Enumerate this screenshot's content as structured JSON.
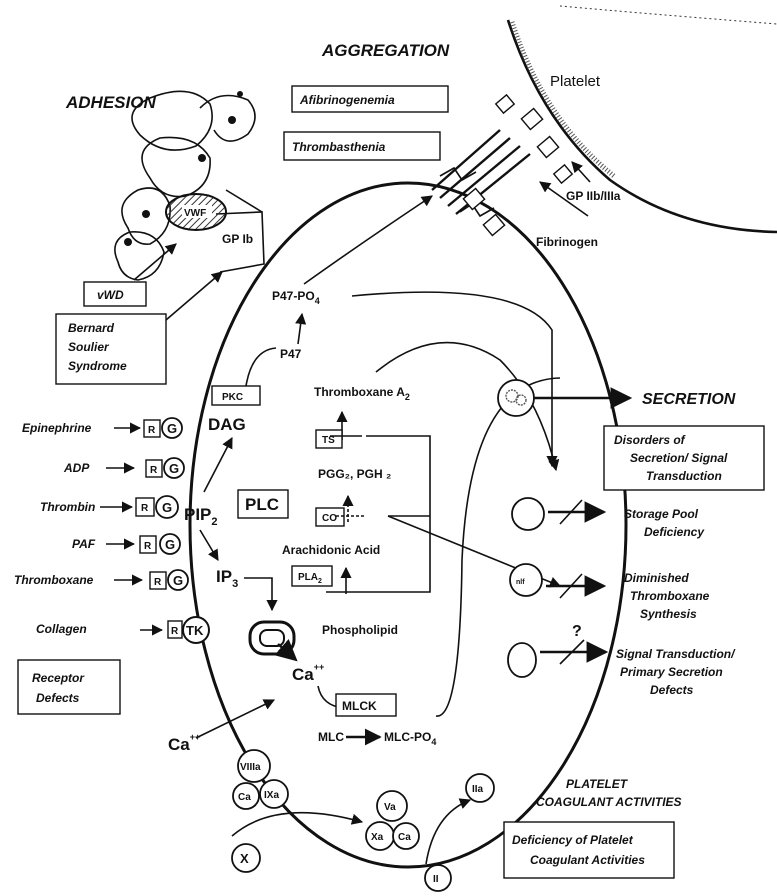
{
  "headings": {
    "aggregation": "AGGREGATION",
    "adhesion": "ADHESION",
    "secretion": "SECRETION",
    "coagulant_line1": "PLATELET",
    "coagulant_line2": "COAGULANT ACTIVITIES"
  },
  "defect_boxes": {
    "afibrinogenemia": "Afibrinogenemia",
    "thrombasthenia": "Thrombasthenia",
    "vwd": "vWD",
    "bernard_soulier": [
      "Bernard",
      "Soulier",
      "Syndrome"
    ],
    "receptor_defects": [
      "Receptor",
      "Defects"
    ],
    "secretion_disorders": [
      "Disorders of",
      "Secretion/ Signal",
      "Transduction"
    ],
    "coagulant_deficiency": [
      "Deficiency of Platelet",
      "Coagulant Activities"
    ]
  },
  "secretion_defects": {
    "storage_pool": [
      "Storage Pool",
      "Deficiency"
    ],
    "thromboxane_synthesis": [
      "Diminished",
      "Thromboxane",
      "Synthesis"
    ],
    "signal_transduction": [
      "Signal Transduction/",
      "Primary Secretion",
      "Defects"
    ],
    "question_mark": "?"
  },
  "structure_labels": {
    "platelet": "Platelet",
    "gp_iib_iiia": "GP IIb/IIIa",
    "fibrinogen": "Fibrinogen",
    "gp_ib": "GP Ib",
    "vwf": "VWF"
  },
  "agonists": {
    "epinephrine": "Epinephrine",
    "adp": "ADP",
    "thrombin": "Thrombin",
    "paf": "PAF",
    "thromboxane": "Thromboxane",
    "collagen": "Collagen"
  },
  "receptor_symbols": {
    "r": "R",
    "g": "G",
    "tk": "TK"
  },
  "pathway": {
    "p47_po4_main": "P47-PO",
    "p47_po4_sub": "4",
    "p47": "P47",
    "pkc": "PKC",
    "dag": "DAG",
    "pip2_main": "PIP",
    "pip2_sub": "2",
    "plc": "PLC",
    "ip3_main": "IP",
    "ip3_sub": "3",
    "ca_inner": "Ca",
    "ca_outer": "Ca",
    "ca_charge": "++",
    "mlck": "MLCK",
    "mlc": "MLC",
    "mlc_po4_main": "MLC-PO",
    "mlc_po4_sub": "4",
    "thromboxane_a2_main": "Thromboxane A",
    "thromboxane_a2_sub": "2",
    "ts": "TS",
    "pgg2_pgh2": "PGG₂, PGH ₂",
    "co": "CO",
    "arachidonic_acid": "Arachidonic Acid",
    "pla2_main": "PLA",
    "pla2_sub": "2",
    "phospholipid": "Phospholipid"
  },
  "coagulation_factors": {
    "viiia": "VIIIa",
    "ca_left": "Ca",
    "ixa": "IXa",
    "va": "Va",
    "xa": "Xa",
    "ca_right": "Ca",
    "iia": "IIa",
    "x": "X",
    "ii": "II"
  }
}
